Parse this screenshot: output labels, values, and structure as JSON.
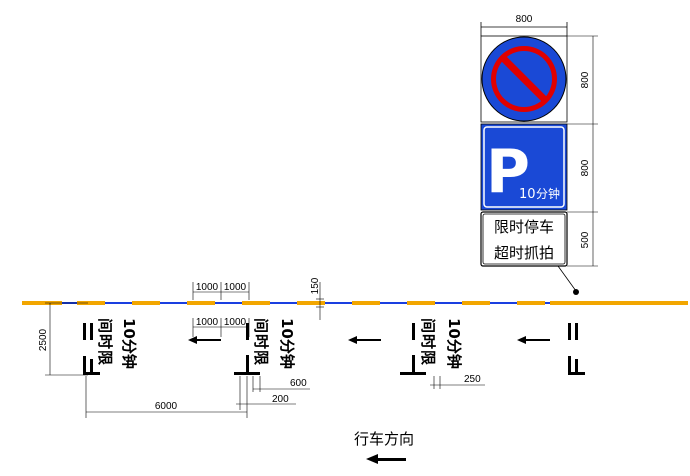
{
  "sign": {
    "width_dim": "800",
    "no_parking_height_dim": "800",
    "p_panel_height_dim": "800",
    "text_panel_height_dim": "500",
    "p_letter": "P",
    "p_sub_number": "10",
    "p_sub_text": "分钟",
    "text_line1": "限时停车",
    "text_line2": "超时抓拍",
    "colors": {
      "blue": "#1a49d6",
      "red": "#e00000",
      "border": "#000000"
    },
    "icons": [
      "no-parking-icon"
    ]
  },
  "road": {
    "line_colors": {
      "yellow": "#f2a600",
      "blue": "#1a3fe0"
    },
    "edge_line_width_dim": "150",
    "dash_dims": [
      "1000",
      "1000"
    ],
    "dash_dims_2": [
      "1000",
      "1000"
    ],
    "stall_depth_dim": "2500",
    "spacing_dim": "6000",
    "bracket_dim_600": "600",
    "bracket_dim_200": "200",
    "bracket_dim_250": "250"
  },
  "markings": {
    "shi": "时",
    "jian": "间",
    "xian": "限",
    "ten_min": "10分钟"
  },
  "direction": {
    "label": "行车方向"
  }
}
